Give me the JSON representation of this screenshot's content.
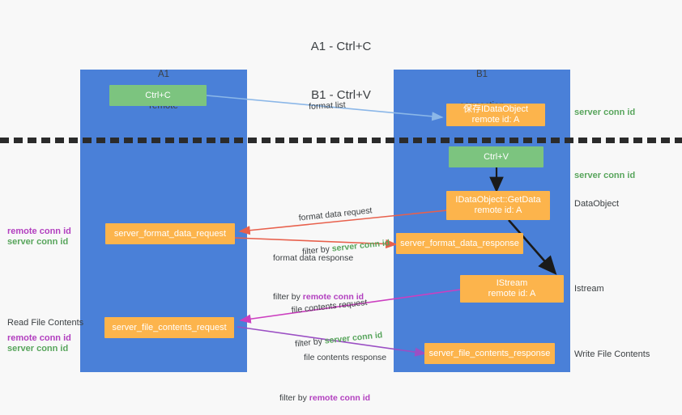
{
  "title": {
    "line1": "A1 - Ctrl+C",
    "line2": "B1 - Ctrl+V"
  },
  "columns": [
    {
      "name": "A1",
      "role": "remote"
    },
    {
      "name": "B1",
      "role": "connection"
    }
  ],
  "nodes": {
    "ctrl_c": "Ctrl+C",
    "ctrl_v": "Ctrl+V",
    "save_idataobject_l1": "保存IDataObject",
    "save_idataobject_l2": "remote id: A",
    "getdata_l1": "IDataObject::GetData",
    "getdata_l2": "remote id: A",
    "istream_l1": "IStream",
    "istream_l2": "remote id: A",
    "server_format_data_request": "server_format_data_request",
    "server_format_data_response": "server_format_data_response",
    "server_file_contents_request": "server_file_contents_request",
    "server_file_contents_response": "server_file_contents_response"
  },
  "edges": {
    "format_list": "format list",
    "format_data_request": "format data request",
    "format_data_request_filter_prefix": "filter by ",
    "format_data_request_filter_key": "server conn id",
    "format_data_response": "format data response",
    "format_data_response_filter_prefix": "filter by ",
    "format_data_response_filter_key": "remote conn id",
    "file_contents_request": "file contents request",
    "file_contents_request_filter_prefix": "filter by ",
    "file_contents_request_filter_key": "server conn id",
    "file_contents_response": "file contents response",
    "file_contents_response_filter_prefix": "filter by ",
    "file_contents_response_filter_key": "remote conn id"
  },
  "right_labels": {
    "server_conn_id_top": "server conn id",
    "server_conn_id_mid": "server conn id",
    "dataobject": "DataObject",
    "istream": "Istream",
    "write_file_contents": "Write File Contents"
  },
  "left_labels": {
    "remote_conn_id_1": "remote conn id",
    "server_conn_id_1": "server conn id",
    "read_file_contents": "Read File Contents",
    "remote_conn_id_2": "remote conn id",
    "server_conn_id_2": "server conn id"
  },
  "colors": {
    "lane": "#4a80d8",
    "green_node": "#7cc47f",
    "orange_node": "#fcb44c",
    "green_text": "#58a55c",
    "purple_text": "#b23fbf",
    "arrow_light_blue": "#8bb7e8",
    "arrow_red": "#e8604c",
    "arrow_magenta": "#cc3fc0",
    "arrow_purple": "#9b4fc4",
    "arrow_black": "#1a1a1a",
    "background": "#f8f8f8"
  }
}
